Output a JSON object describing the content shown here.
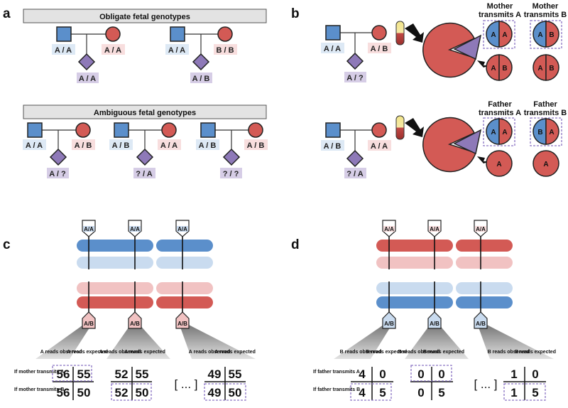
{
  "panels": {
    "a": "a",
    "b": "b",
    "c": "c",
    "d": "d"
  },
  "colors": {
    "blue": "#5b8fcb",
    "light_blue": "#dde9f5",
    "red": "#d35a55",
    "light_red": "#f8dede",
    "purple": "#8e79b8",
    "light_purple": "#d6cde6",
    "pale_blue_bar": "#c9dbef",
    "pale_red_bar": "#f1c2c2",
    "dashed": "#8a73c4"
  },
  "panel_a": {
    "obligate_title": "Obligate fetal genotypes",
    "ambiguous_title": "Ambiguous fetal genotypes",
    "obligate": [
      {
        "father": "A / A",
        "mother": "A / A",
        "fetus": "A / A"
      },
      {
        "father": "A / A",
        "mother": "B / B",
        "fetus": "A / B"
      }
    ],
    "ambiguous": [
      {
        "father": "A / A",
        "mother": "A / B",
        "fetus": "A / ?"
      },
      {
        "father": "A / B",
        "mother": "A / A",
        "fetus": "? / A"
      },
      {
        "father": "A / B",
        "mother": "A / B",
        "fetus": "? / ?"
      }
    ]
  },
  "panel_b": {
    "top": {
      "father": "A / A",
      "mother": "A / B",
      "fetus": "A / ?",
      "col1_title": [
        "Mother",
        "transmits A"
      ],
      "col2_title": [
        "Mother",
        "transmits B"
      ],
      "col1_fetal": [
        "A",
        "A"
      ],
      "col1_mat": [
        "A",
        "B"
      ],
      "col2_fetal": [
        "A",
        "B"
      ],
      "col2_mat": [
        "A",
        "B"
      ]
    },
    "bottom": {
      "father": "A / B",
      "mother": "A / A",
      "fetus": "? / A",
      "col1_title": [
        "Father",
        "transmits A"
      ],
      "col2_title": [
        "Father",
        "transmits B"
      ],
      "col1_fetal": [
        "A",
        "A"
      ],
      "col1_mat": "A",
      "col2_fetal": [
        "B",
        "A"
      ],
      "col2_mat": "A"
    }
  },
  "panel_c": {
    "top_tag": "A/A",
    "bottom_tag": "A/B",
    "headers": [
      "A reads observed",
      "A reads expected"
    ],
    "row_labels": [
      "If mother transmits A",
      "If mother transmits B"
    ],
    "ellipsis": "[ ... ]",
    "tables": [
      {
        "r1": [
          "56",
          "55"
        ],
        "r2": [
          "56",
          "50"
        ]
      },
      {
        "r1": [
          "52",
          "55"
        ],
        "r2": [
          "52",
          "50"
        ]
      },
      {
        "r1": [
          "49",
          "55"
        ],
        "r2": [
          "49",
          "50"
        ]
      }
    ]
  },
  "panel_d": {
    "top_tag": "A/A",
    "bottom_tag": "A/B",
    "headers": [
      "B reads observed",
      "B reads expected"
    ],
    "row_labels": [
      "If father transmits A",
      "If father transmits B"
    ],
    "ellipsis": "[ ... ]",
    "tables": [
      {
        "r1": [
          "4",
          "0"
        ],
        "r2": [
          "4",
          "5"
        ]
      },
      {
        "r1": [
          "0",
          "0"
        ],
        "r2": [
          "0",
          "5"
        ]
      },
      {
        "r1": [
          "1",
          "0"
        ],
        "r2": [
          "1",
          "5"
        ]
      }
    ]
  }
}
